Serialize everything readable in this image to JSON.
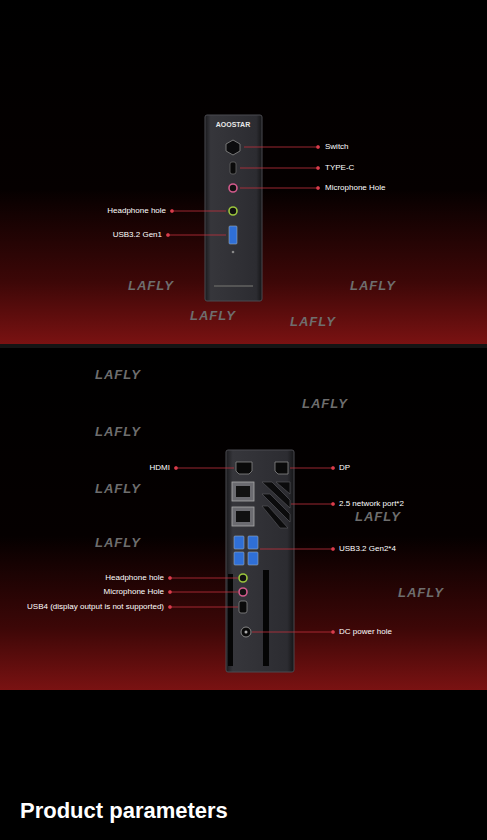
{
  "diagram": {
    "title": "Product parameters",
    "labels": [
      "AOOSTAR",
      "Switch",
      "TYPE-C",
      "Microphone Hole",
      "Headphone hole",
      "USB3.2 Gen1",
      "HDMI",
      "DP",
      "2.5 network port*2",
      "USB3.2 Gen2*4",
      "Headphone hole",
      "Microphone Hole",
      "USB4 (display output is not supported)",
      "DC power hole",
      "LAFLY",
      "LAFLY",
      "LAFLY",
      "LAFLY",
      "LAFLY",
      "LAFLY",
      "LAFLY",
      "LAFLY",
      "LAFLY",
      "LAFLY",
      "LAFLY"
    ]
  }
}
